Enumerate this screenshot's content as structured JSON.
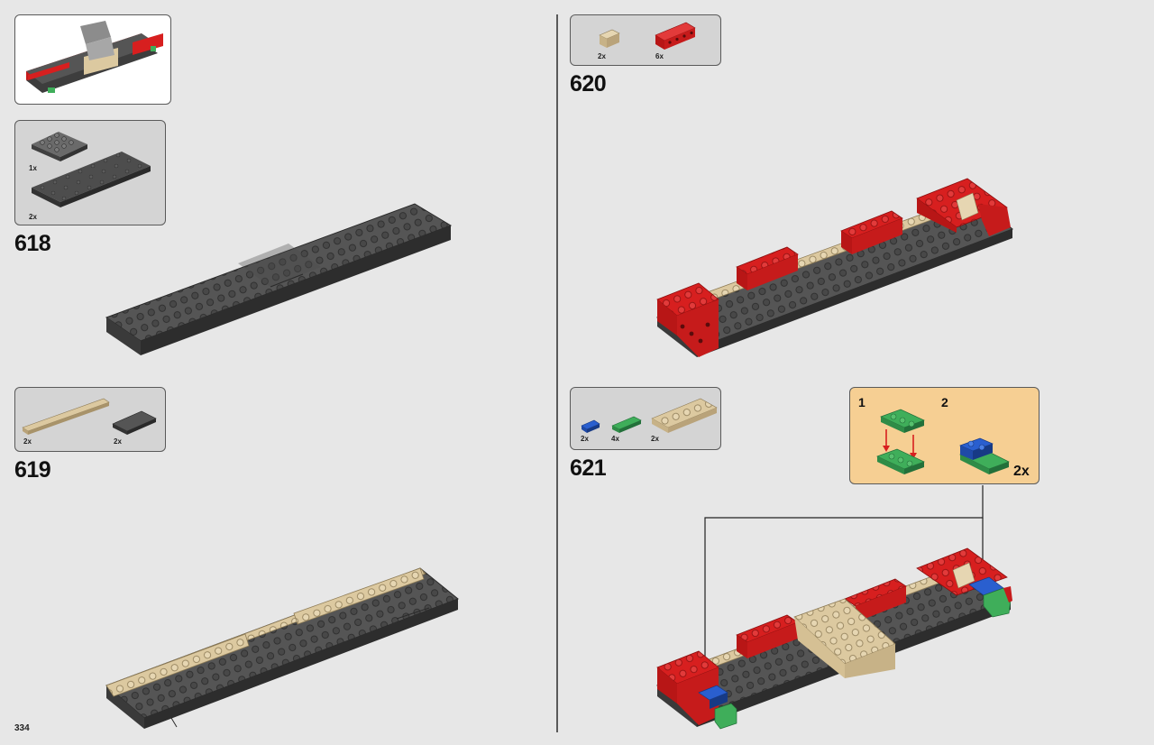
{
  "page_number": "334",
  "steps": [
    {
      "number": "618",
      "parts": [
        {
          "qty": "1x",
          "color": "dark-gray",
          "part": "plate-4x4"
        },
        {
          "qty": "2x",
          "color": "dark-gray",
          "part": "plate-6x12"
        }
      ]
    },
    {
      "number": "619",
      "parts": [
        {
          "qty": "2x",
          "color": "tan",
          "part": "plate-1x10"
        },
        {
          "qty": "2x",
          "color": "dark-gray",
          "part": "plate-2x4"
        }
      ]
    },
    {
      "number": "620",
      "parts": [
        {
          "qty": "2x",
          "color": "tan",
          "part": "brick-1x2"
        },
        {
          "qty": "6x",
          "color": "red",
          "part": "technic-brick-1x4"
        }
      ]
    },
    {
      "number": "621",
      "parts": [
        {
          "qty": "2x",
          "color": "blue",
          "part": "plate-1x2"
        },
        {
          "qty": "4x",
          "color": "green",
          "part": "plate-1x3"
        },
        {
          "qty": "2x",
          "color": "tan",
          "part": "plate-2x6"
        }
      ]
    }
  ],
  "callout": {
    "substep_1": "1",
    "substep_2": "2",
    "multiplier": "2x"
  },
  "colors": {
    "background": "#e7e7e7",
    "parts_box": "#d4d4d4",
    "callout": "#f6cf93",
    "red": "#d71f1f",
    "tan": "#dcc9a0",
    "dark_gray": "#555555",
    "blue": "#2a5fcf",
    "green": "#3fae5a"
  }
}
